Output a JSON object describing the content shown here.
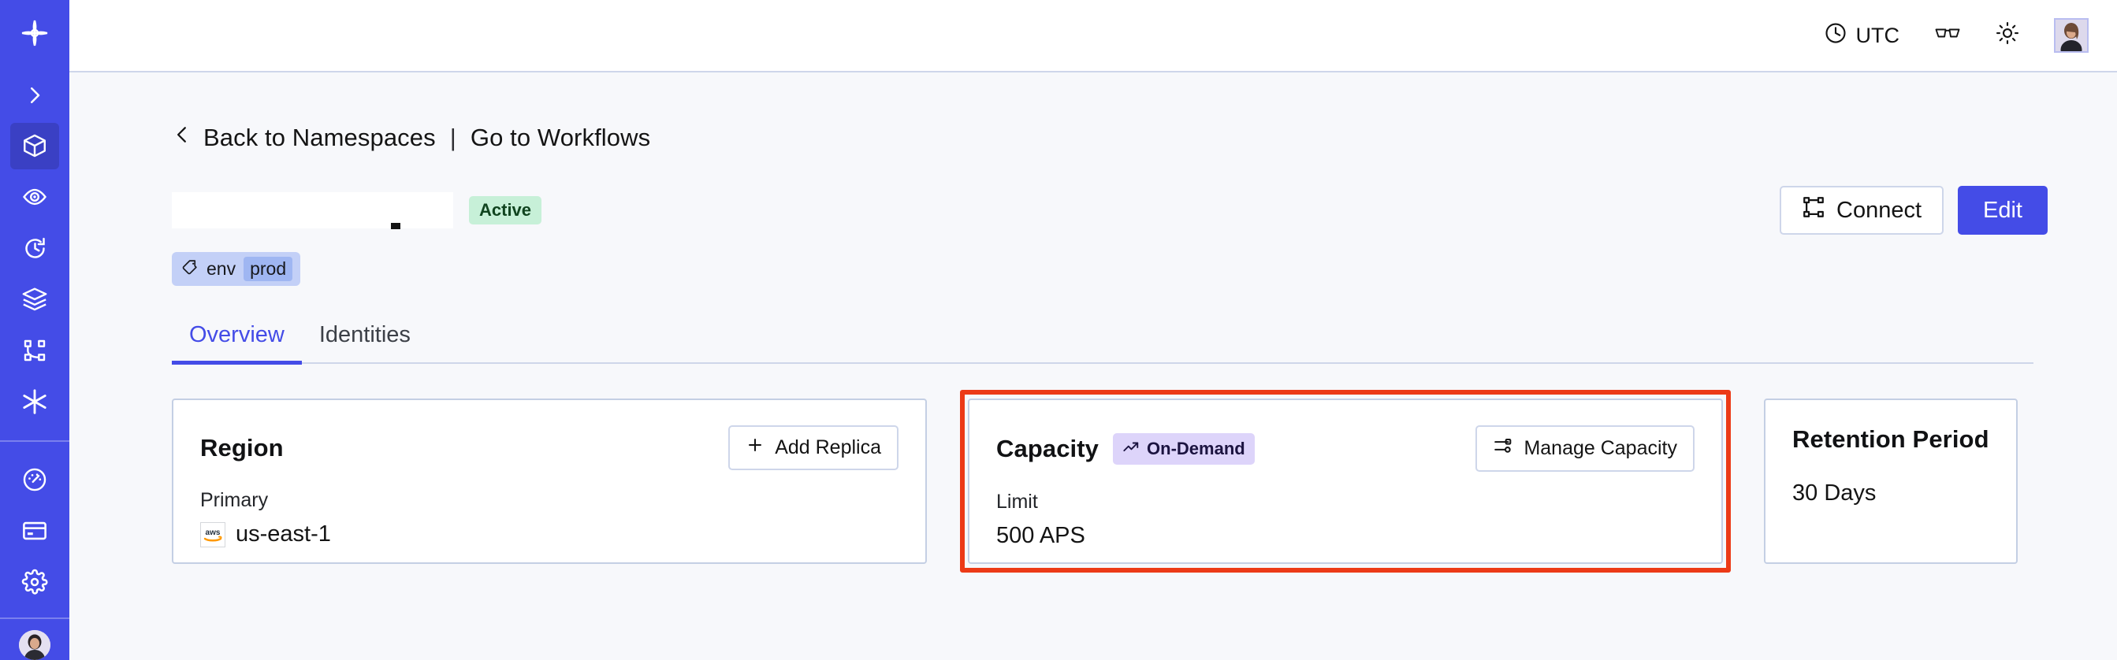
{
  "sidebar": {
    "items": [
      {
        "name": "logo",
        "icon": "temporal-logo-icon",
        "active": false
      },
      {
        "name": "expand",
        "icon": "chevron-right-icon",
        "active": false
      },
      {
        "name": "namespaces",
        "icon": "cube-icon",
        "active": true
      },
      {
        "name": "observability",
        "icon": "eye-icon",
        "active": false
      },
      {
        "name": "history",
        "icon": "history-clock-icon",
        "active": false
      },
      {
        "name": "layers",
        "icon": "layers-icon",
        "active": false
      },
      {
        "name": "workflows",
        "icon": "git-branch-icon",
        "active": false
      },
      {
        "name": "nexus",
        "icon": "asterisk-icon",
        "active": false
      }
    ],
    "bottom_items": [
      {
        "name": "usage",
        "icon": "gauge-icon",
        "active": false
      },
      {
        "name": "billing",
        "icon": "credit-card-icon",
        "active": false
      },
      {
        "name": "settings",
        "icon": "gear-icon",
        "active": false
      }
    ]
  },
  "topbar": {
    "timezone_label": "UTC",
    "timezone_icon": "clock-icon",
    "reading_icon": "glasses-icon",
    "theme_icon": "sun-icon",
    "avatar_icon": "user-avatar"
  },
  "breadcrumb": {
    "back_icon": "chevron-left-icon",
    "back_label": "Back to Namespaces",
    "separator": "|",
    "forward_label": "Go to Workflows"
  },
  "header": {
    "namespace_title": "",
    "status_badge": "Active",
    "connect_label": "Connect",
    "connect_icon": "connect-icon",
    "edit_label": "Edit"
  },
  "tag": {
    "icon": "tag-icon",
    "key": "env",
    "value": "prod"
  },
  "tabs": [
    {
      "label": "Overview",
      "active": true
    },
    {
      "label": "Identities",
      "active": false
    }
  ],
  "cards": {
    "region": {
      "title": "Region",
      "action_label": "Add Replica",
      "action_icon": "plus-icon",
      "sublabel": "Primary",
      "provider_icon": "aws-logo",
      "value": "us-east-1"
    },
    "capacity": {
      "title": "Capacity",
      "badge_label": "On-Demand",
      "badge_icon": "trending-up-icon",
      "action_label": "Manage Capacity",
      "action_icon": "sliders-icon",
      "sublabel": "Limit",
      "value": "500 APS",
      "highlighted": true
    },
    "retention": {
      "title": "Retention Period",
      "value": "30 Days"
    }
  },
  "colors": {
    "brand": "#444ce7",
    "brand_active": "#3a40c4",
    "page_bg": "#f7f8fb",
    "card_border": "#c4cfe4",
    "status_active_bg": "#c7f0d8",
    "badge_ondemand_bg": "#ddd4fa",
    "tag_bg": "#c3d0f7",
    "annotation": "#ec3a17"
  }
}
